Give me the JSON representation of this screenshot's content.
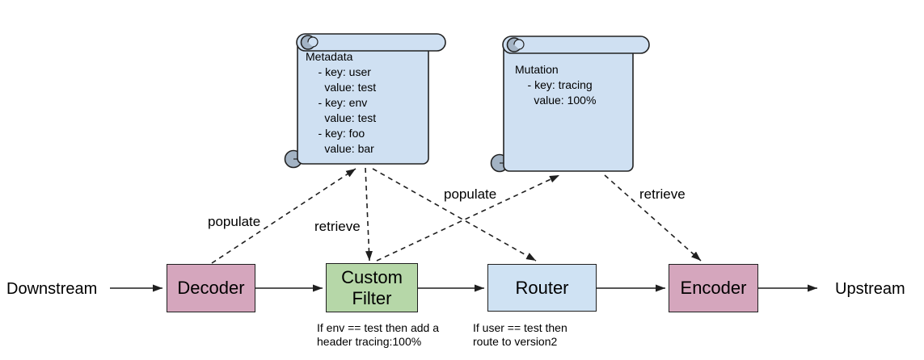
{
  "endpoints": {
    "left": "Downstream",
    "right": "Upstream"
  },
  "boxes": {
    "decoder": {
      "label": "Decoder",
      "color": "#d5a6bd"
    },
    "custom_filter": {
      "label": "Custom Filter",
      "color": "#b6d7a8",
      "caption": [
        "If env == test then add a",
        "header tracing:100%"
      ]
    },
    "router": {
      "label": "Router",
      "color": "#cfe2f3",
      "caption": [
        "If user == test then",
        "route to version2"
      ]
    },
    "encoder": {
      "label": "Encoder",
      "color": "#d5a6bd"
    }
  },
  "scrolls": {
    "metadata": {
      "lines": [
        "Metadata",
        "    - key: user",
        "      value: test",
        "    - key: env",
        "      value: test",
        "    - key: foo",
        "      value: bar"
      ]
    },
    "mutation": {
      "lines": [
        "Mutation",
        "    - key: tracing",
        "      value: 100%"
      ]
    }
  },
  "edge_labels": {
    "populate_left": "populate",
    "retrieve_left": "retrieve",
    "populate_mid": "populate",
    "retrieve_right": "retrieve"
  },
  "colors": {
    "box_border": "#1f1f1f",
    "arrow": "#1f1f1f",
    "pink": "#d5a6bd",
    "green": "#b6d7a8",
    "blue": "#cfe2f3",
    "scroll_fill": "#cfe0f2",
    "scroll_shade": "#a3b3c4",
    "text": "#000000"
  }
}
